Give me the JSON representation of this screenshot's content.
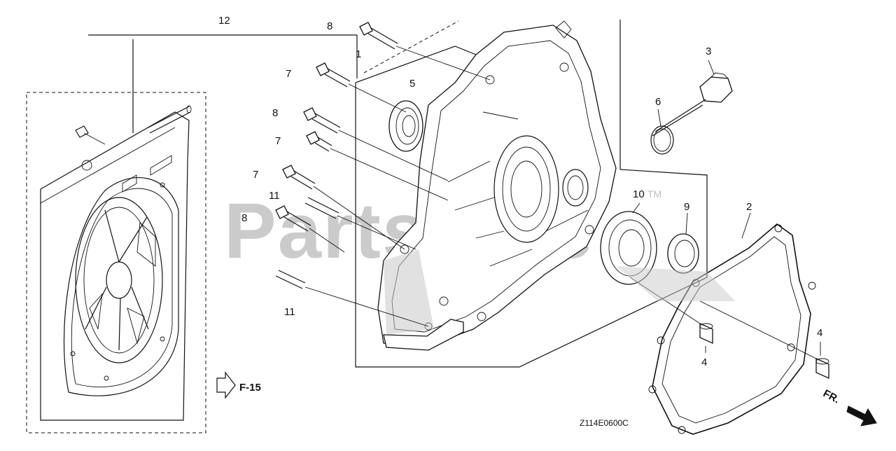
{
  "diagram": {
    "callouts": {
      "c1": "1",
      "c2": "2",
      "c3": "3",
      "c4a": "4",
      "c4b": "4",
      "c5": "5",
      "c6": "6",
      "c7a": "7",
      "c7b": "7",
      "c7c": "7",
      "c8a": "8",
      "c8b": "8",
      "c8c": "8",
      "c9": "9",
      "c10": "10",
      "c11a": "11",
      "c11b": "11",
      "c12": "12"
    },
    "ref_label": "F-15",
    "direction_label": "FR.",
    "diagram_code": "Z114E0600C",
    "watermark": {
      "brand": "PartsTree",
      "trademark": "TM"
    }
  },
  "colors": {
    "line": "#111111",
    "watermark": "#c8c8c8",
    "background": "#ffffff"
  }
}
